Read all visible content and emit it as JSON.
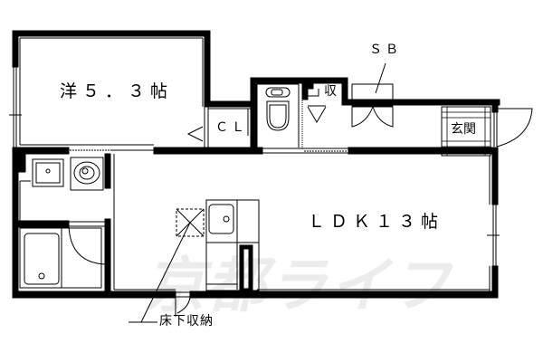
{
  "floor_plan": {
    "rooms": {
      "western_room": {
        "label": "洋５．３帖"
      },
      "closet": {
        "label": "ＣＬ"
      },
      "storage": {
        "label": "収"
      },
      "shoe_box": {
        "label": "ＳＢ"
      },
      "entrance": {
        "label": "玄関"
      },
      "ldk": {
        "label": "ＬＤＫ１３帖"
      },
      "underfloor_storage": {
        "label": "床下収納"
      }
    },
    "watermark": "京都ライフ",
    "colors": {
      "wall": "#000000",
      "background": "#ffffff"
    }
  }
}
